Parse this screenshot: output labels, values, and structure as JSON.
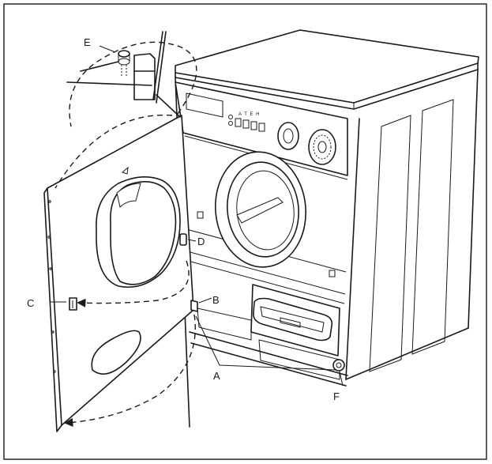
{
  "callouts": {
    "a": "A",
    "b": "B",
    "c": "C",
    "d": "D",
    "e": "E",
    "f": "F"
  },
  "panel_text": "A T E H"
}
